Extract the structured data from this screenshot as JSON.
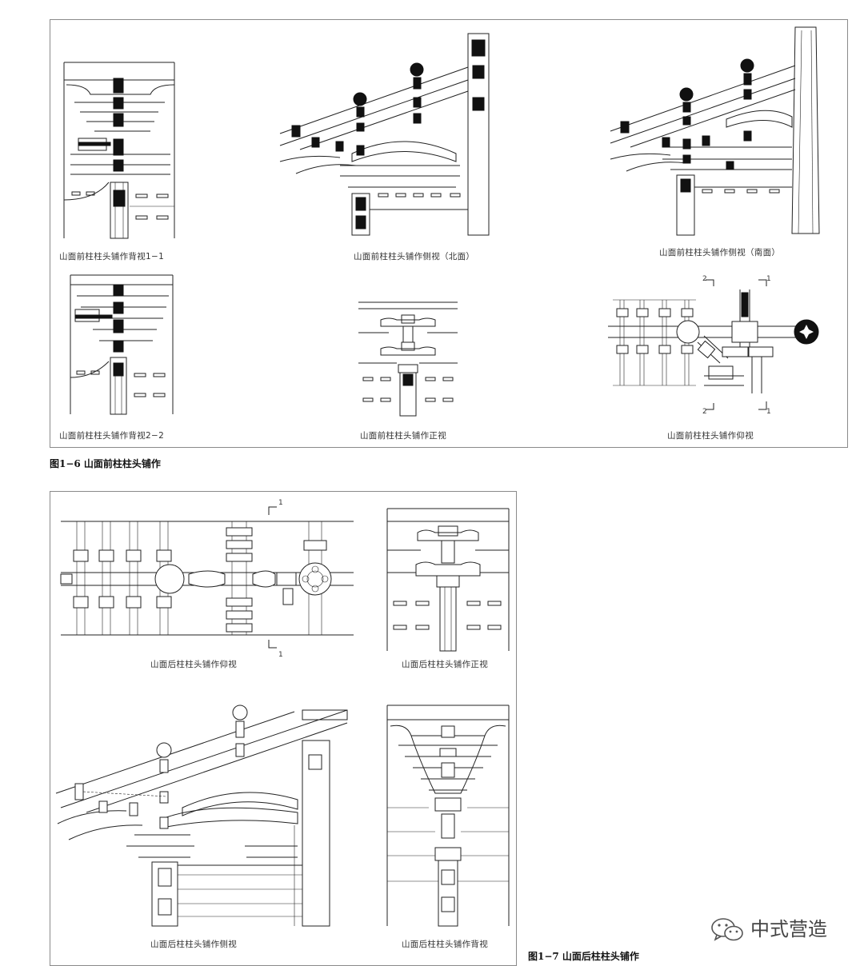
{
  "figure_1_6": {
    "caption": "图1−6  山面前柱柱头铺作",
    "panels": [
      {
        "id": "back-1-1",
        "label": "山面前柱柱头铺作背视1−1"
      },
      {
        "id": "side-north",
        "label": "山面前柱柱头铺作侧视（北面）"
      },
      {
        "id": "side-south",
        "label": "山面前柱柱头铺作侧视（南面）"
      },
      {
        "id": "back-2-2",
        "label": "山面前柱柱头铺作背视2−2"
      },
      {
        "id": "front",
        "label": "山面前柱柱头铺作正视"
      },
      {
        "id": "bottom",
        "label": "山面前柱柱头铺作仰视"
      }
    ],
    "section_marks": [
      "1",
      "1",
      "2",
      "2"
    ]
  },
  "figure_1_7": {
    "caption": "图1−7  山面后柱柱头铺作",
    "panels": [
      {
        "id": "bottom",
        "label": "山面后柱柱头铺作仰视"
      },
      {
        "id": "front",
        "label": "山面后柱柱头铺作正视"
      },
      {
        "id": "side",
        "label": "山面后柱柱头铺作侧视"
      },
      {
        "id": "back",
        "label": "山面后柱柱头铺作背视"
      }
    ],
    "section_marks": [
      "1",
      "1"
    ]
  },
  "watermark": {
    "text": "中式营造",
    "icon": "wechat-icon"
  }
}
